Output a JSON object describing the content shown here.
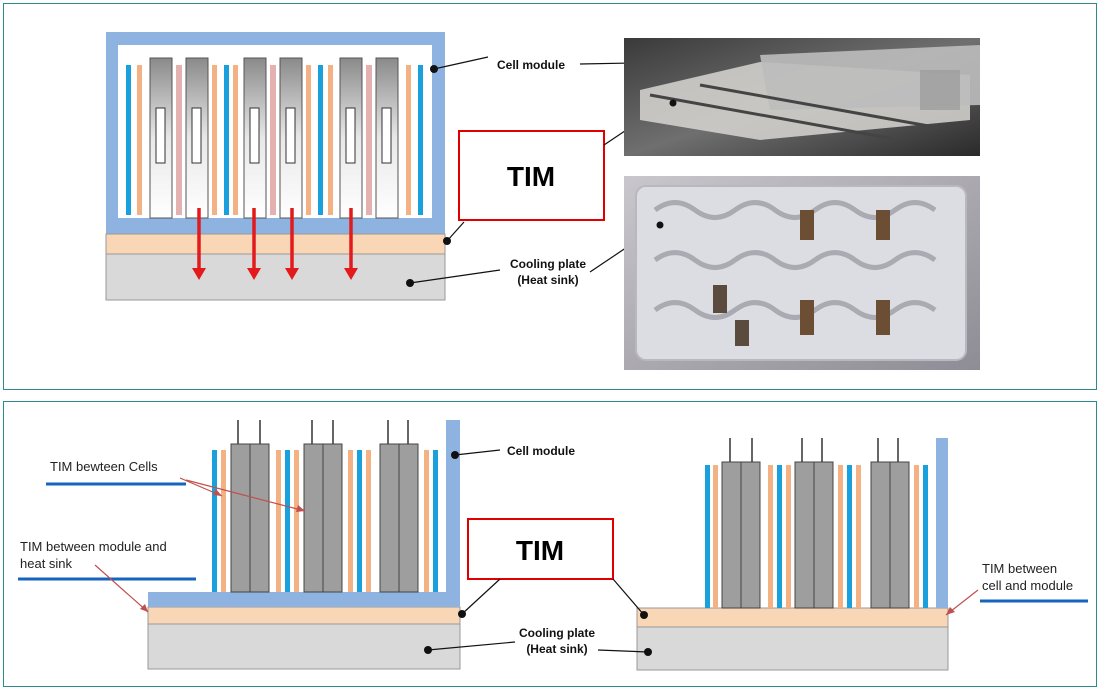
{
  "top_panel": {
    "tim_label": "TIM",
    "labels": {
      "cell_module": "Cell module",
      "cooling_plate_line1": "Cooling plate",
      "cooling_plate_line2": "(Heat sink)"
    }
  },
  "bottom_panel": {
    "tim_label": "TIM",
    "labels": {
      "cell_module": "Cell module",
      "cooling_plate_line1": "Cooling plate",
      "cooling_plate_line2": "(Heat sink)",
      "tim_between_cells": "TIM bewteen Cells",
      "tim_module_heatsink_line1": "TIM between module and",
      "tim_module_heatsink_line2": "heat sink",
      "tim_cell_module_line1": "TIM between",
      "tim_cell_module_line2": "cell and module"
    }
  },
  "colors": {
    "module_blue": "#8fb3e0",
    "tim_peach": "#f9d6b6",
    "heatsink_gray": "#d9d9d9",
    "cell_gray": "#9e9e9e",
    "stripe_blue": "#1aa0dc",
    "stripe_orange": "#f4b183",
    "stripe_pink": "#e4b1b1",
    "arrow_red": "#e31a1c",
    "tim_border_red": "#e00000",
    "border_teal": "#2e8b8b"
  }
}
